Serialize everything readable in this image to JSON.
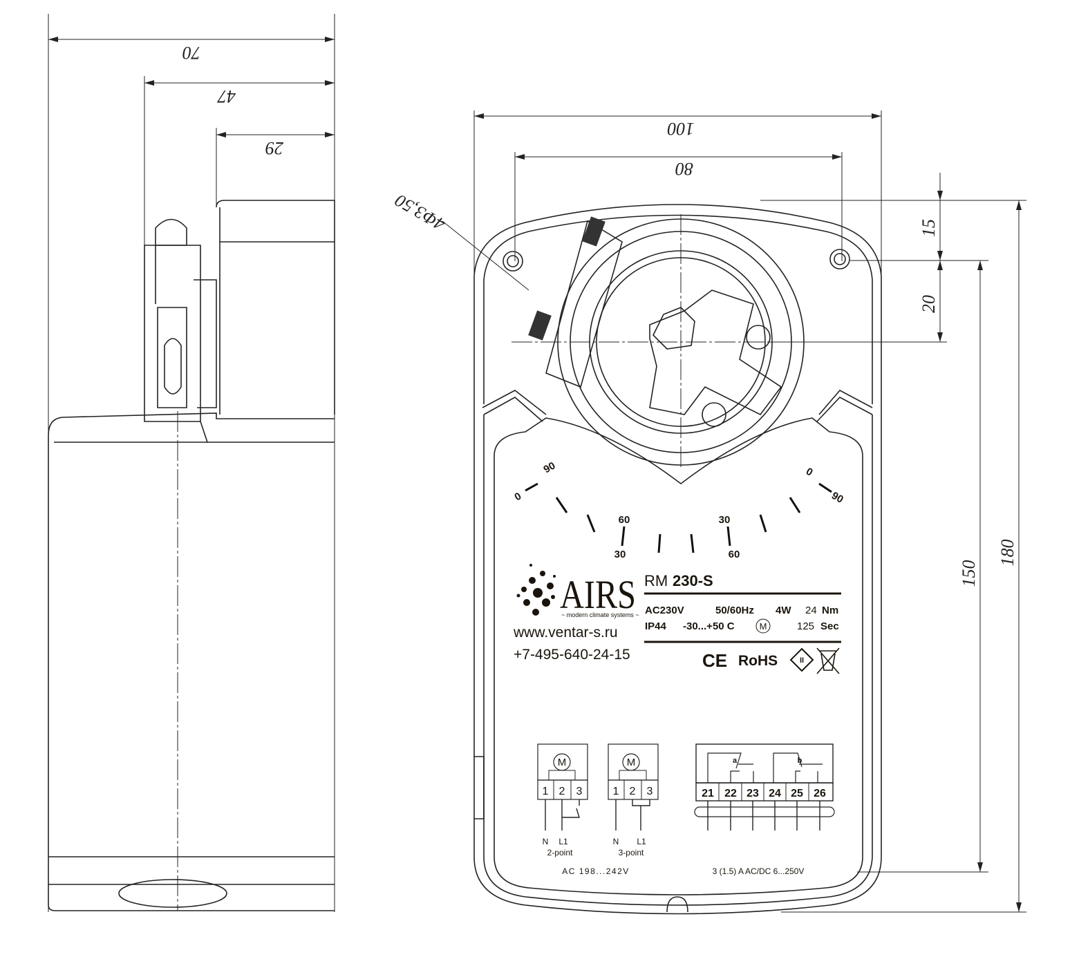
{
  "dimensions": {
    "side_total": "70",
    "side_mid": "47",
    "side_top": "29",
    "front_width": "100",
    "hole_spacing": "80",
    "hole_diameter": "4Φ3,50",
    "top_offset": "15",
    "hub_offset": "20",
    "hole_to_bottom": "150",
    "total_height": "180"
  },
  "scale": {
    "left_top": "90",
    "left_zero": "0",
    "mid_left_60": "60",
    "mid_left_30": "30",
    "mid_right_30": "30",
    "mid_right_60": "60",
    "right_zero": "0",
    "right_top": "90"
  },
  "label": {
    "brand": "AIRS",
    "tagline": "~ modern climate systems ~",
    "model_prefix": "RM",
    "model": "230-S",
    "voltage": "AC230V",
    "frequency": "50/60Hz",
    "power": "4W",
    "torque_value": "24",
    "torque_unit": "Nm",
    "ip": "IP44",
    "temperature": "-30...+50 C",
    "motor_symbol": "M",
    "time_value": "125",
    "time_unit": "Sec",
    "website": "www.ventar-s.ru",
    "phone": "+7-495-640-24-15",
    "ce": "CE",
    "rohs": "RoHS",
    "class_symbol": "II"
  },
  "wiring": {
    "two_point": {
      "terminals": [
        "1",
        "2",
        "3"
      ],
      "wires": [
        "N",
        "L1"
      ],
      "caption": "2-point"
    },
    "three_point": {
      "terminals": [
        "1",
        "2",
        "3"
      ],
      "wires": [
        "N",
        "L1"
      ],
      "caption": "3-point"
    },
    "supply": "AC  198...242V",
    "aux": {
      "terminals": [
        "21",
        "22",
        "23",
        "24",
        "25",
        "26"
      ],
      "switch_a": "a",
      "switch_b": "b",
      "rating": "3 (1.5) A   AC/DC 6...250V"
    }
  }
}
